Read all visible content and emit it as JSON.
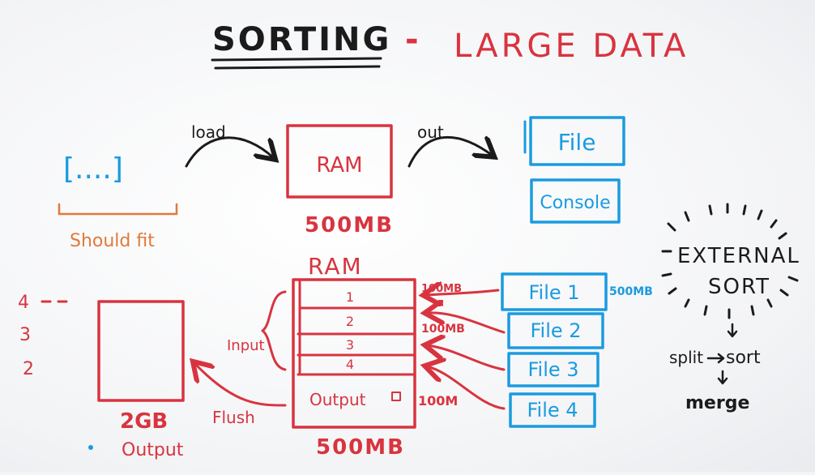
{
  "title": {
    "main": "SORTING",
    "dash": "-",
    "sub": "LARGE DATA"
  },
  "top_flow": {
    "data_label": "[....]",
    "note": "Should fit",
    "load_label": "load",
    "ram_label": "RAM",
    "ram_size": "500MB",
    "out_label": "out",
    "targets": [
      "File",
      "Console"
    ]
  },
  "bottom_flow": {
    "ram_heading": "RAM",
    "input_label": "Input",
    "slots": [
      "1",
      "2",
      "3",
      "4"
    ],
    "output_label": "Output",
    "ram_size": "500MB",
    "flush_label": "Flush",
    "output_file_size": "2GB",
    "output_file_label": "Output",
    "files": [
      "File 1",
      "File 2",
      "File 3",
      "File 4"
    ],
    "file_size": "500MB",
    "chunk_sizes": [
      "100MB",
      "100MB",
      "100M"
    ],
    "side_marks": [
      "4",
      "3",
      "2"
    ]
  },
  "external_sort": {
    "title_line1": "EXTERNAL",
    "title_line2": "SORT",
    "step_split": "split",
    "step_sort": "sort",
    "step_merge": "merge"
  },
  "colors": {
    "ink_red": "#d8343f",
    "ink_blue": "#1a9be0",
    "ink_black": "#1b1b1b",
    "ink_orange": "#e07a3a"
  }
}
